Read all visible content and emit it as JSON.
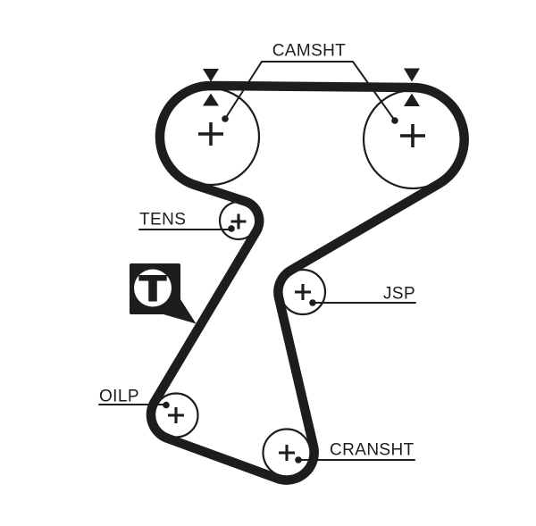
{
  "diagram": {
    "kind": "timing-belt-routing-diagram",
    "ink_color": "#1d1d1b",
    "background_color": "#ffffff",
    "badge": {
      "letter": "T"
    },
    "labels": {
      "camshaft": "CAMSHT",
      "tensioner": "TENS",
      "jockey_pulley": "JSP",
      "oil_pump": "OILP",
      "crankshaft": "CRANSHT"
    }
  }
}
